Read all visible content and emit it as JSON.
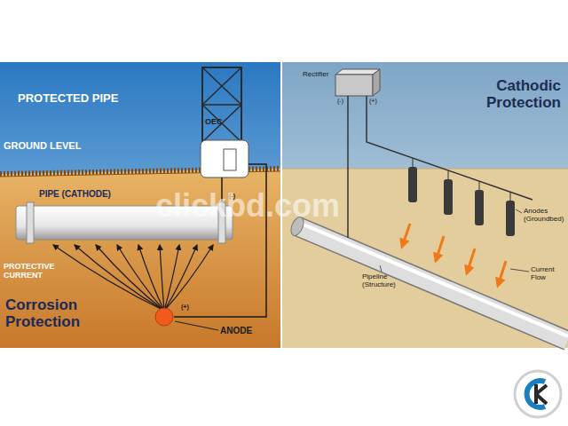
{
  "diagram": {
    "labels": [
      "PROTECTED PIPE",
      "OEC",
      "GROUND LEVEL",
      "PIPE (CATHODE)",
      "(-)",
      "PROTECTIVE CURRENT",
      "Corrosion Protection",
      "(+)",
      "ANODE",
      "Rectifier",
      "(-)",
      "(+)",
      "Cathodic Protection",
      "Anodes (Groundbed)",
      "Pipeline (Structure)",
      "Current Flow",
      "clickbd.com"
    ]
  }
}
